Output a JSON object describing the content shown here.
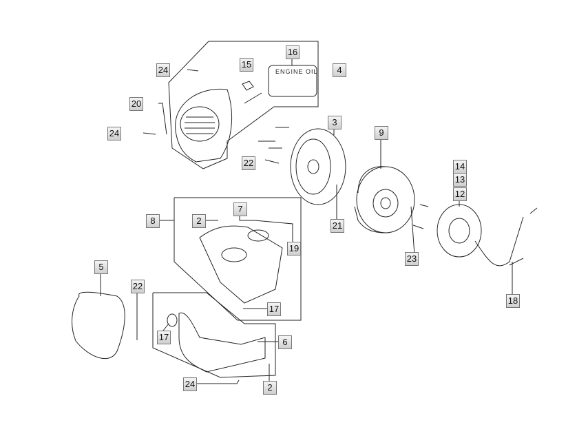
{
  "diagram": {
    "oil_label_title": "ENGINE OIL",
    "callouts": [
      {
        "id": "24a",
        "number": "24"
      },
      {
        "id": "15",
        "number": "15"
      },
      {
        "id": "16",
        "number": "16"
      },
      {
        "id": "4",
        "number": "4"
      },
      {
        "id": "20",
        "number": "20"
      },
      {
        "id": "24b",
        "number": "24"
      },
      {
        "id": "3",
        "number": "3"
      },
      {
        "id": "22a",
        "number": "22"
      },
      {
        "id": "9",
        "number": "9"
      },
      {
        "id": "14",
        "number": "14"
      },
      {
        "id": "13",
        "number": "13"
      },
      {
        "id": "12",
        "number": "12"
      },
      {
        "id": "21",
        "number": "21"
      },
      {
        "id": "8",
        "number": "8"
      },
      {
        "id": "2a",
        "number": "2"
      },
      {
        "id": "7",
        "number": "7"
      },
      {
        "id": "19",
        "number": "19"
      },
      {
        "id": "23",
        "number": "23"
      },
      {
        "id": "5",
        "number": "5"
      },
      {
        "id": "22b",
        "number": "22"
      },
      {
        "id": "17a",
        "number": "17"
      },
      {
        "id": "17b",
        "number": "17"
      },
      {
        "id": "18",
        "number": "18"
      },
      {
        "id": "6",
        "number": "6"
      },
      {
        "id": "24c",
        "number": "24"
      },
      {
        "id": "2b",
        "number": "2"
      }
    ]
  }
}
